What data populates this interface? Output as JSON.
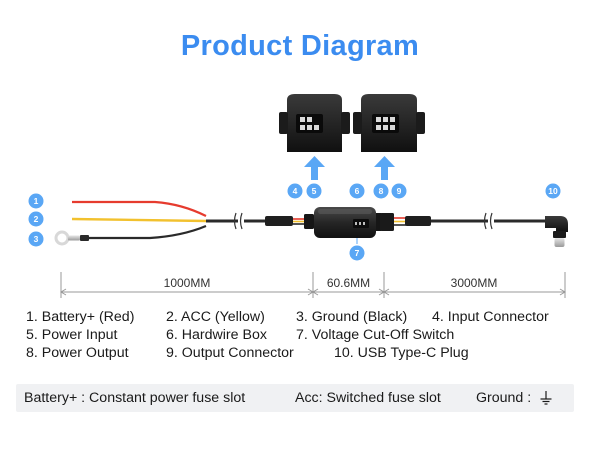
{
  "title": "Product Diagram",
  "markers": [
    "1",
    "2",
    "3",
    "4",
    "5",
    "6",
    "7",
    "8",
    "9",
    "10"
  ],
  "dimensions": {
    "d1": "1000MM",
    "d2": "60.6MM",
    "d3": "3000MM"
  },
  "legend": [
    "1. Battery+ (Red)",
    "2. ACC (Yellow)",
    "3. Ground (Black)",
    "4. Input Connector",
    "5. Power Input",
    "6. Hardwire Box",
    "7. Voltage Cut-Off Switch",
    "8. Power Output",
    "9. Output Connector",
    "10. USB Type-C Plug"
  ],
  "footer": {
    "battery": "Battery+ : Constant power fuse slot",
    "acc": "Acc: Switched fuse slot",
    "ground": "Ground :"
  },
  "colors": {
    "accent": "#3b8cf0",
    "marker": "#5aa7f5",
    "wire_red": "#e63b2e",
    "wire_yellow": "#f2c12e",
    "wire_black": "#2a2a2a",
    "footer_bg": "#f0f1f3"
  },
  "icons": {
    "arrow": "up-arrow-icon",
    "ground": "ground-symbol-icon"
  }
}
